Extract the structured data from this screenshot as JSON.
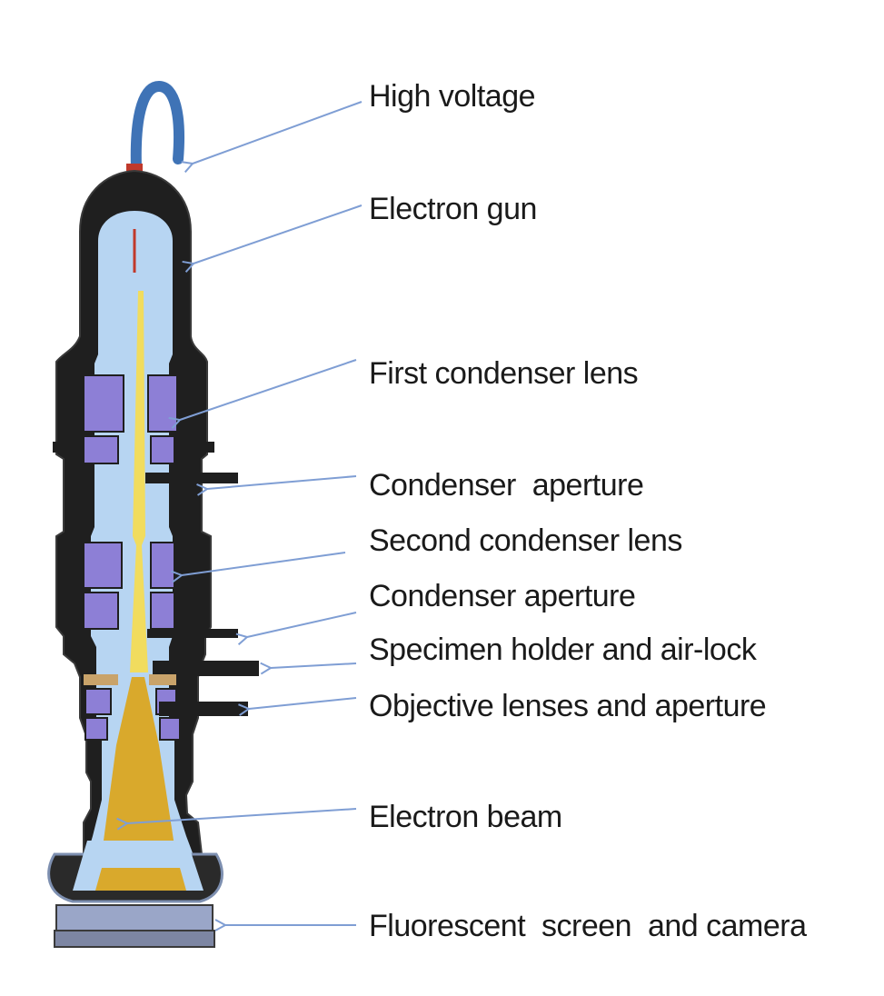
{
  "colors": {
    "housing": "#1f1f1f",
    "housing_edge": "#3a3a3a",
    "vacuum": "#b7d5f2",
    "lens_coil": "#8d7fd6",
    "beam": "#f1dc5e",
    "beam_wide": "#d9a92c",
    "cable": "#3f73b6",
    "arrow": "#7f9ed4",
    "screen": "#9aa6c8"
  },
  "labels": {
    "high_voltage": "High voltage",
    "electron_gun": "Electron gun",
    "first_condenser_lens": "First condenser lens",
    "condenser_aperture_1": "Condenser  aperture",
    "second_condenser_lens": "Second condenser lens",
    "condenser_aperture_2": "Condenser aperture",
    "specimen_holder": "Specimen holder and air-lock",
    "objective_lenses": "Objective lenses and aperture",
    "electron_beam": "Electron beam",
    "fluorescent_screen": "Fluorescent  screen  and camera"
  }
}
